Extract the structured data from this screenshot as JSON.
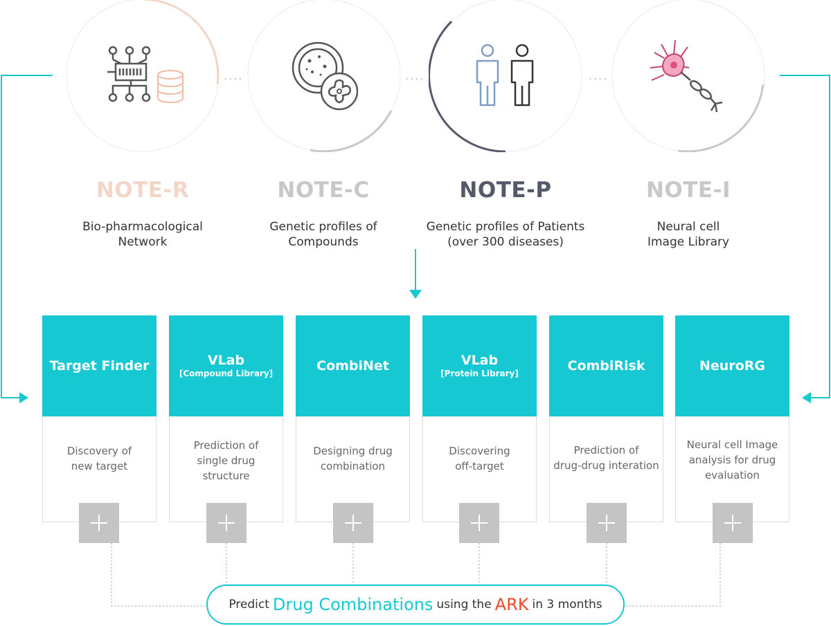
{
  "notes": [
    {
      "title": "NOTE-R",
      "desc_line1": "Bio-pharmacological",
      "desc_line2": "Network",
      "icon": "network-database-icon",
      "color": "#f3d6c8"
    },
    {
      "title": "NOTE-C",
      "desc_line1": "Genetic profiles of",
      "desc_line2": "Compounds",
      "icon": "petri-dish-cell-icon",
      "color": "#c8c8c8"
    },
    {
      "title": "NOTE-P",
      "desc_line1": "Genetic profiles of Patients",
      "desc_line2": "(over 300 diseases)",
      "icon": "patients-icon",
      "color": "#555a6a"
    },
    {
      "title": "NOTE-I",
      "desc_line1": "Neural cell",
      "desc_line2": "Image Library",
      "icon": "neuron-icon",
      "color": "#c8c8c8"
    }
  ],
  "separator": "....",
  "tools": [
    {
      "title": "Target Finder",
      "sub": "",
      "desc_line1": "Discovery of",
      "desc_line2": "new target",
      "desc_line3": ""
    },
    {
      "title": "VLab",
      "sub": "[Compound Library]",
      "desc_line1": "Prediction of",
      "desc_line2": "single drug",
      "desc_line3": "structure"
    },
    {
      "title": "CombiNet",
      "sub": "",
      "desc_line1": "Designing drug",
      "desc_line2": "combination",
      "desc_line3": ""
    },
    {
      "title": "VLab",
      "sub": "[Protein Library]",
      "desc_line1": "Discovering",
      "desc_line2": "off-target",
      "desc_line3": ""
    },
    {
      "title": "CombiRisk",
      "sub": "",
      "desc_line1": "Prediction of",
      "desc_line2": "drug-drug interation",
      "desc_line3": ""
    },
    {
      "title": "NeuroRG",
      "sub": "",
      "desc_line1": "Neural cell Image",
      "desc_line2": "analysis for drug",
      "desc_line3": "evaluation"
    }
  ],
  "summary": {
    "prefix": "Predict",
    "highlight1": "Drug Combinations",
    "middle": "using the",
    "highlight2": "ARK",
    "suffix": "in 3 months"
  },
  "colors": {
    "accent": "#16c8d2",
    "ark": "#f04a2a",
    "plus_bg": "#c4c4c4"
  }
}
